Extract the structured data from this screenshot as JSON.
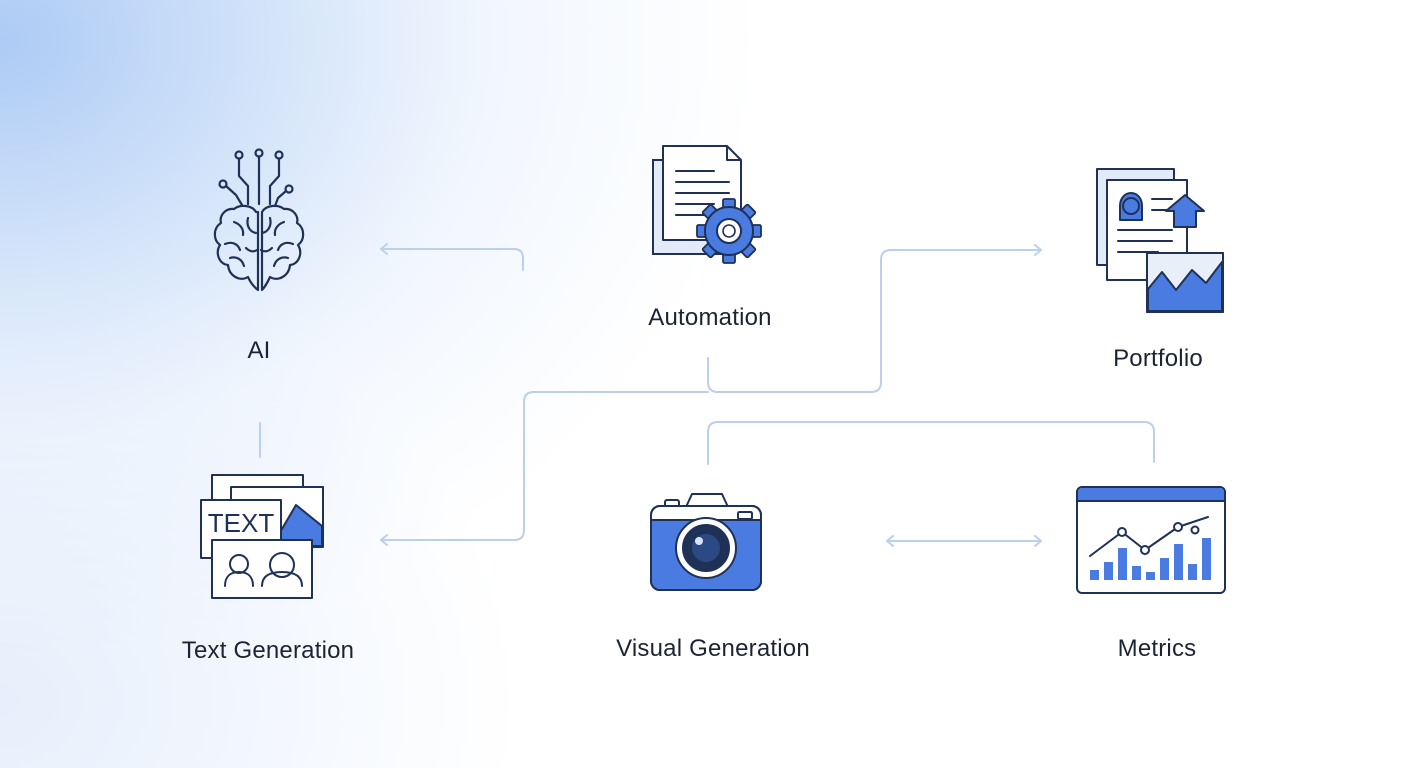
{
  "nodes": {
    "ai": {
      "label": "AI",
      "icon": "brain-circuit-icon"
    },
    "automation": {
      "label": "Automation",
      "icon": "document-gear-icon"
    },
    "portfolio": {
      "label": "Portfolio",
      "icon": "portfolio-documents-icon"
    },
    "text_generation": {
      "label": "Text Generation",
      "icon": "text-image-cards-icon",
      "icon_text": "TEXT"
    },
    "visual_generation": {
      "label": "Visual Generation",
      "icon": "camera-icon"
    },
    "metrics": {
      "label": "Metrics",
      "icon": "chart-dashboard-icon"
    }
  },
  "colors": {
    "accent": "#4a7be0",
    "outline": "#1f3156",
    "connector": "#bccfeb",
    "text": "#1c2433"
  }
}
